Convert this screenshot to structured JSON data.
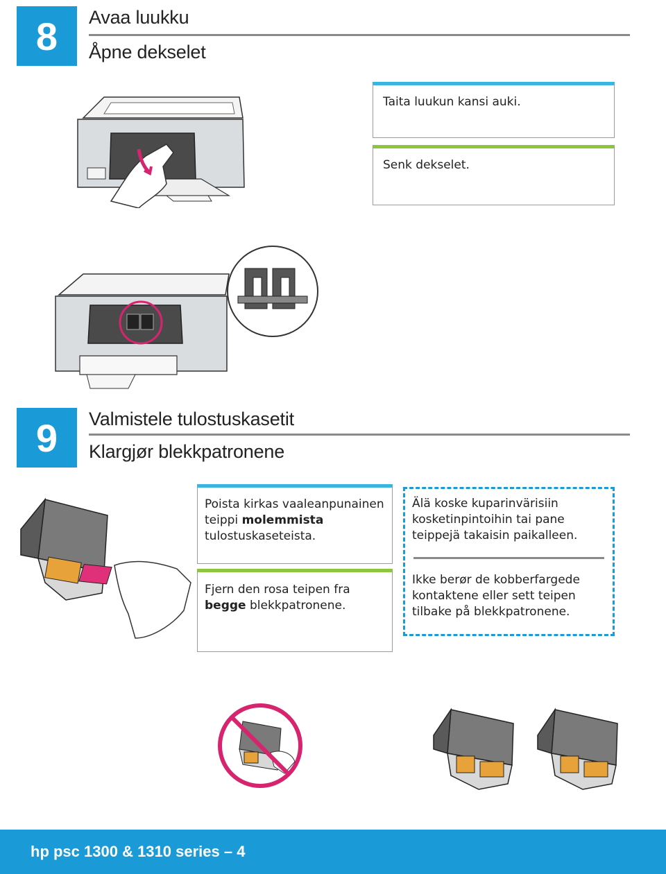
{
  "step8": {
    "number": "8",
    "title_fi": "Avaa luukku",
    "title_no": "Åpne dekselet",
    "card_fi": "Taita luukun kansi auki.",
    "card_no": "Senk dekselet."
  },
  "step9": {
    "number": "9",
    "title_fi": "Valmistele tulostuskasetit",
    "title_no": "Klargjør blekkpatronene",
    "fi_before": "Poista kirkas vaaleanpunainen teippi ",
    "fi_bold": "molemmista",
    "fi_after": " tulostuskaseteista.",
    "no_before": "Fjern den rosa teipen fra ",
    "no_bold": "begge",
    "no_after": " blekkpatronene.",
    "warn_fi": "Älä koske kuparinvärisiin kosketinpintoihin tai pane teippejä takaisin paikalleen.",
    "warn_no": "Ikke berør de kobberfargede kontaktene eller sett teipen tilbake på blekkpatronene."
  },
  "footer": {
    "text": "hp psc 1300 & 1310 series – 4"
  },
  "colors": {
    "accent": "#1a9ad6",
    "card_blue": "#3ab4e0",
    "card_green": "#8cc63f",
    "magenta": "#d6246e",
    "tape_pink": "#e0307a",
    "copper": "#e8a23a"
  }
}
